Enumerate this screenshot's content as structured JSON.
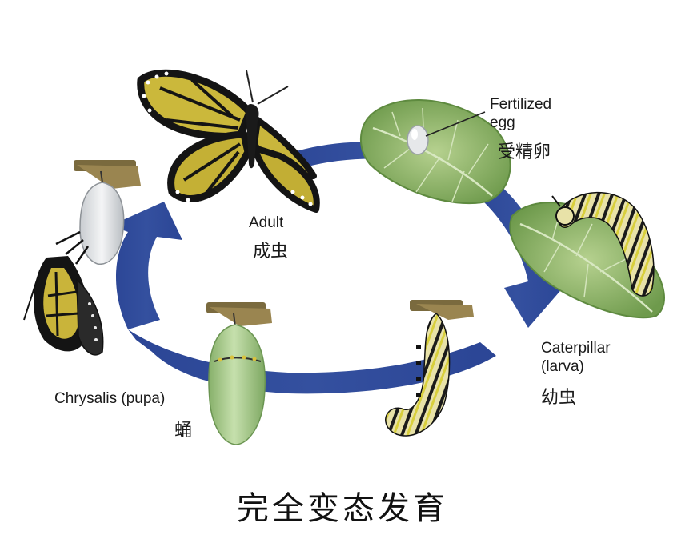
{
  "title": "完全变态发育",
  "stages": {
    "egg": {
      "en_line1": "Fertilized",
      "en_line2": "egg",
      "cn": "受精卵"
    },
    "larva": {
      "en_line1": "Caterpillar",
      "en_line2": "(larva)",
      "cn": "幼虫"
    },
    "pupa": {
      "en": "Chrysalis (pupa)",
      "cn": "蛹"
    },
    "adult": {
      "en": "Adult",
      "cn": "成虫"
    }
  },
  "colors": {
    "arrow": "#2e4a9c",
    "leaf": "#8fb56c",
    "wing": "#c9b43a",
    "chrysalis": "#a9c98a"
  }
}
